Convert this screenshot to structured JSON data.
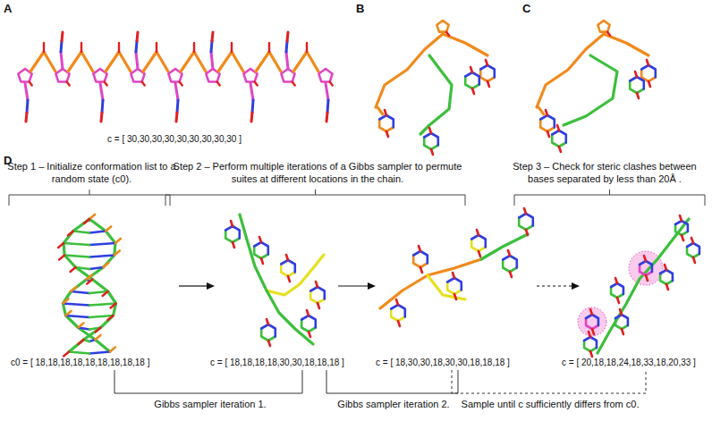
{
  "diagram": {
    "labels": [
      "A",
      "B",
      "C",
      "c = [ 30,30,30,30,30,30,30,30,30 ]",
      "D",
      "Step 1 – Initialize conformation list to a random state (c0).",
      "Step 2 – Perform multiple iterations of a Gibbs sampler to permute suites at different locations in the chain.",
      "Step 3 – Check for steric clashes between bases separated by less than 20Å .",
      "c0 = [ 18,18,18,18,18,18,18,18,18 ]",
      "c = [ 18,18,18,18,30,30,18,18,18 ]",
      "c = [ 18,30,30,18,30,30,18,18,18 ]",
      "c = [ 20,18,18,24,18,33,18,20,33 ]",
      "Gibbs sampler iteration 1.",
      "Gibbs sampler iteration 2.",
      "Sample until c sufficiently differs from c0."
    ]
  }
}
